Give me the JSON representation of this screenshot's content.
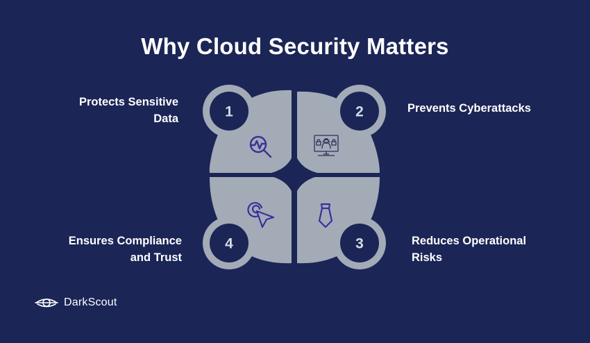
{
  "title": "Why Cloud Security Matters",
  "colors": {
    "background": "#1b2556",
    "shape_fill": "#a3abb7",
    "badge_fill": "#1b2556",
    "number_text": "#d6dbe6",
    "icon_stroke": "#3b2f9a",
    "text": "#ffffff"
  },
  "items": [
    {
      "number": "1",
      "label_line1": "Protects Sensitive",
      "label_line2": "Data",
      "icon": "analytics-magnifier-icon"
    },
    {
      "number": "2",
      "label_line1": "Prevents Cyberattacks",
      "label_line2": "",
      "icon": "hacker-monitor-locks-icon"
    },
    {
      "number": "3",
      "label_line1": "Reduces Operational",
      "label_line2": "Risks",
      "icon": "necktie-icon"
    },
    {
      "number": "4",
      "label_line1": "Ensures Compliance",
      "label_line2": "and Trust",
      "icon": "cursor-click-icon"
    }
  ],
  "brand": {
    "name": "DarkScout",
    "icon": "darkscout-eye-logo-icon"
  }
}
